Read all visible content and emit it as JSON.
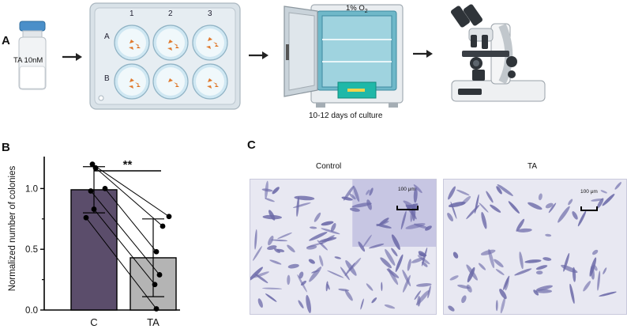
{
  "panels": {
    "a": "A",
    "b": "B",
    "c": "C"
  },
  "panel_a": {
    "vial_label": "TA 10nM",
    "plate_columns": [
      "1",
      "2",
      "3"
    ],
    "plate_rows": [
      "A",
      "B"
    ],
    "incubator_label": "1% O",
    "incubator_label_subscript": "2",
    "culture_caption": "10-12 days of culture"
  },
  "panel_c": {
    "left_title": "Control",
    "right_title": "TA",
    "scale_bar_label": "100 μm",
    "stain_color": "#6c6aa8"
  },
  "colors": {
    "control_bar": "#5b4d6b",
    "ta_bar": "#b4b4b4"
  },
  "chart_data": {
    "type": "bar",
    "categories": [
      "C",
      "TA"
    ],
    "values": [
      0.99,
      0.43
    ],
    "error": [
      0.19,
      0.32
    ],
    "ylabel": "Normalized number of colonies",
    "xlabel": "",
    "ylim": [
      0,
      1.25
    ],
    "yticks": [
      "0.0",
      "0.5",
      "1.0"
    ],
    "paired_points": [
      [
        1.2,
        0.77
      ],
      [
        1.17,
        0.69
      ],
      [
        1.0,
        0.48
      ],
      [
        0.98,
        0.29
      ],
      [
        0.83,
        0.21
      ],
      [
        0.76,
        0.01
      ]
    ],
    "significance": "**"
  }
}
